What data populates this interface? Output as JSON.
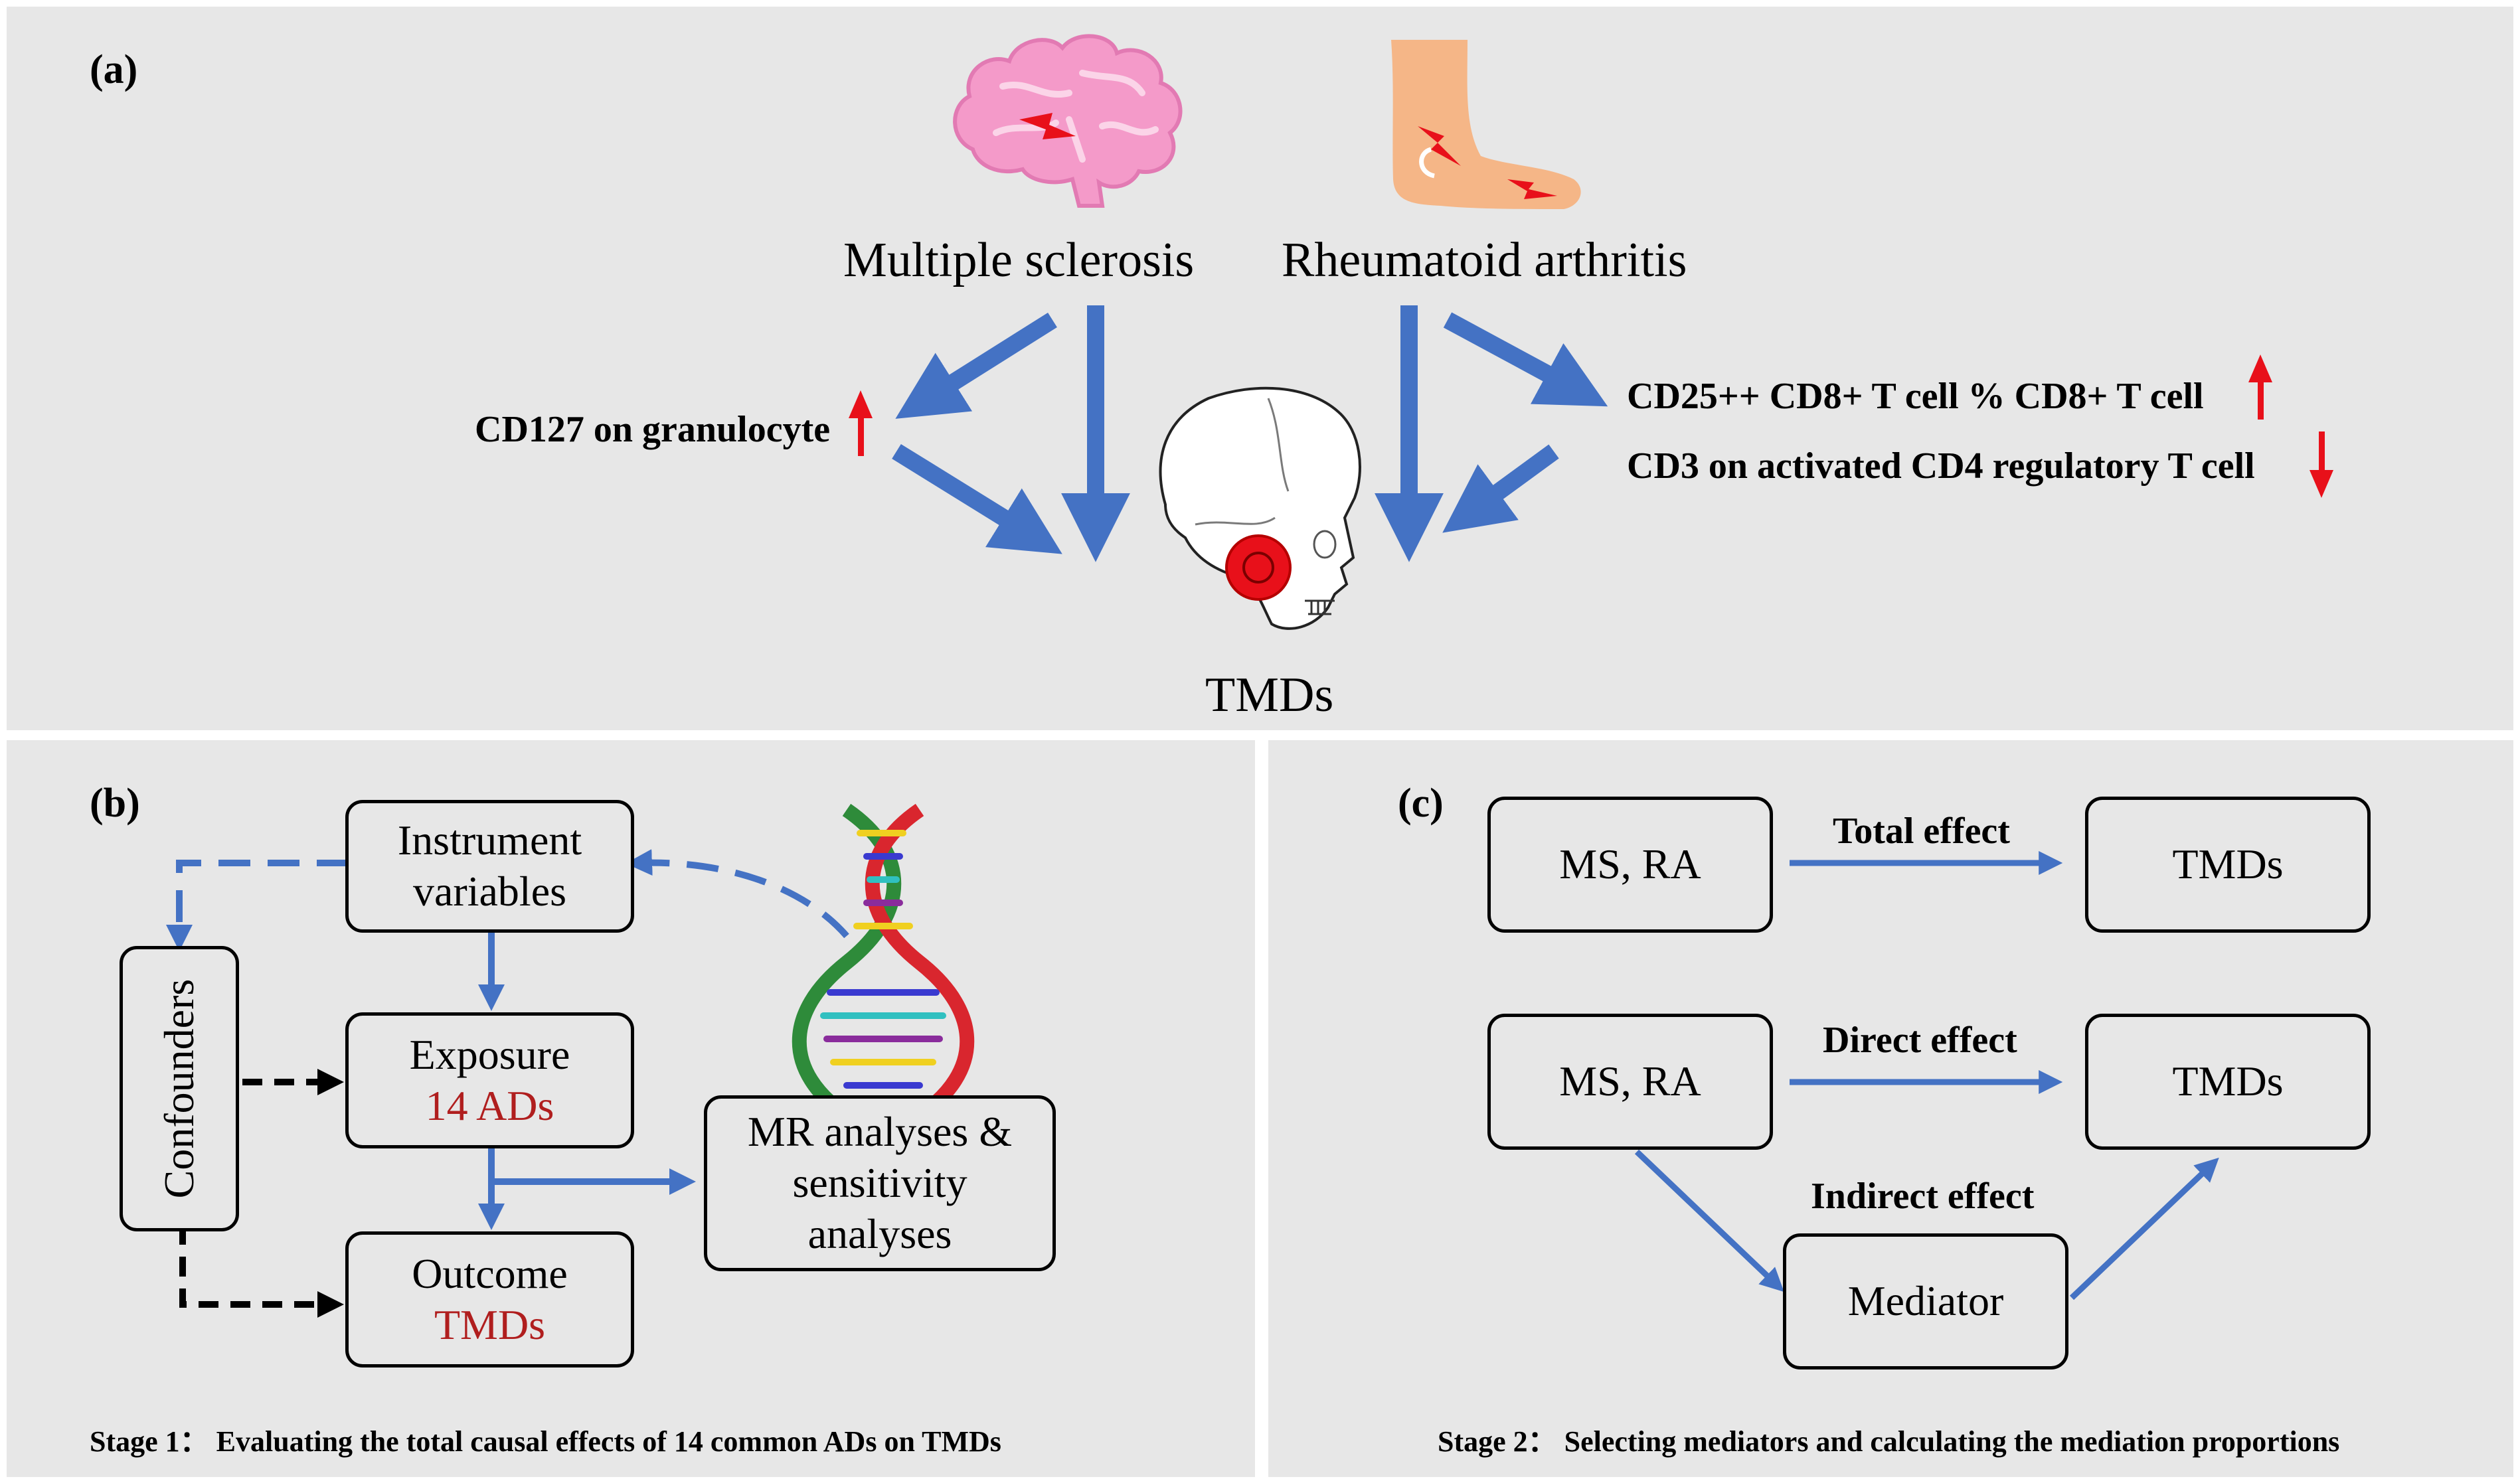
{
  "panel_a": {
    "label": "(a)",
    "disease_1": "Multiple sclerosis",
    "disease_2": "Rheumatoid arthritis",
    "outcome": "TMDs",
    "ms_mediator": "CD127 on granulocyte",
    "ra_mediator_1": "CD25++ CD8+ T cell % CD8+ T cell",
    "ra_mediator_2": "CD3 on activated CD4 regulatory T cell",
    "arrow_up_color": "#e8101a",
    "arrow_main_color": "#4472c4"
  },
  "panel_b": {
    "label": "(b)",
    "instrument": [
      "Instrument",
      "variables"
    ],
    "exposure": "Exposure",
    "exposure_value": "14 ADs",
    "outcome": "Outcome",
    "outcome_value": "TMDs",
    "confounders": "Confounders",
    "mr": [
      "MR analyses &",
      "sensitivity",
      "analyses"
    ],
    "stage": "Stage 1： Evaluating the total causal effects of 14 common ADs on TMDs"
  },
  "panel_c": {
    "label": "(c)",
    "exposure_1": "MS, RA",
    "outcome_1": "TMDs",
    "total_effect": "Total effect",
    "exposure_2": "MS, RA",
    "outcome_2": "TMDs",
    "direct_effect": "Direct effect",
    "indirect_effect": "Indirect effect",
    "mediator": "Mediator",
    "stage": "Stage 2： Selecting mediators  and calculating the mediation proportions"
  }
}
